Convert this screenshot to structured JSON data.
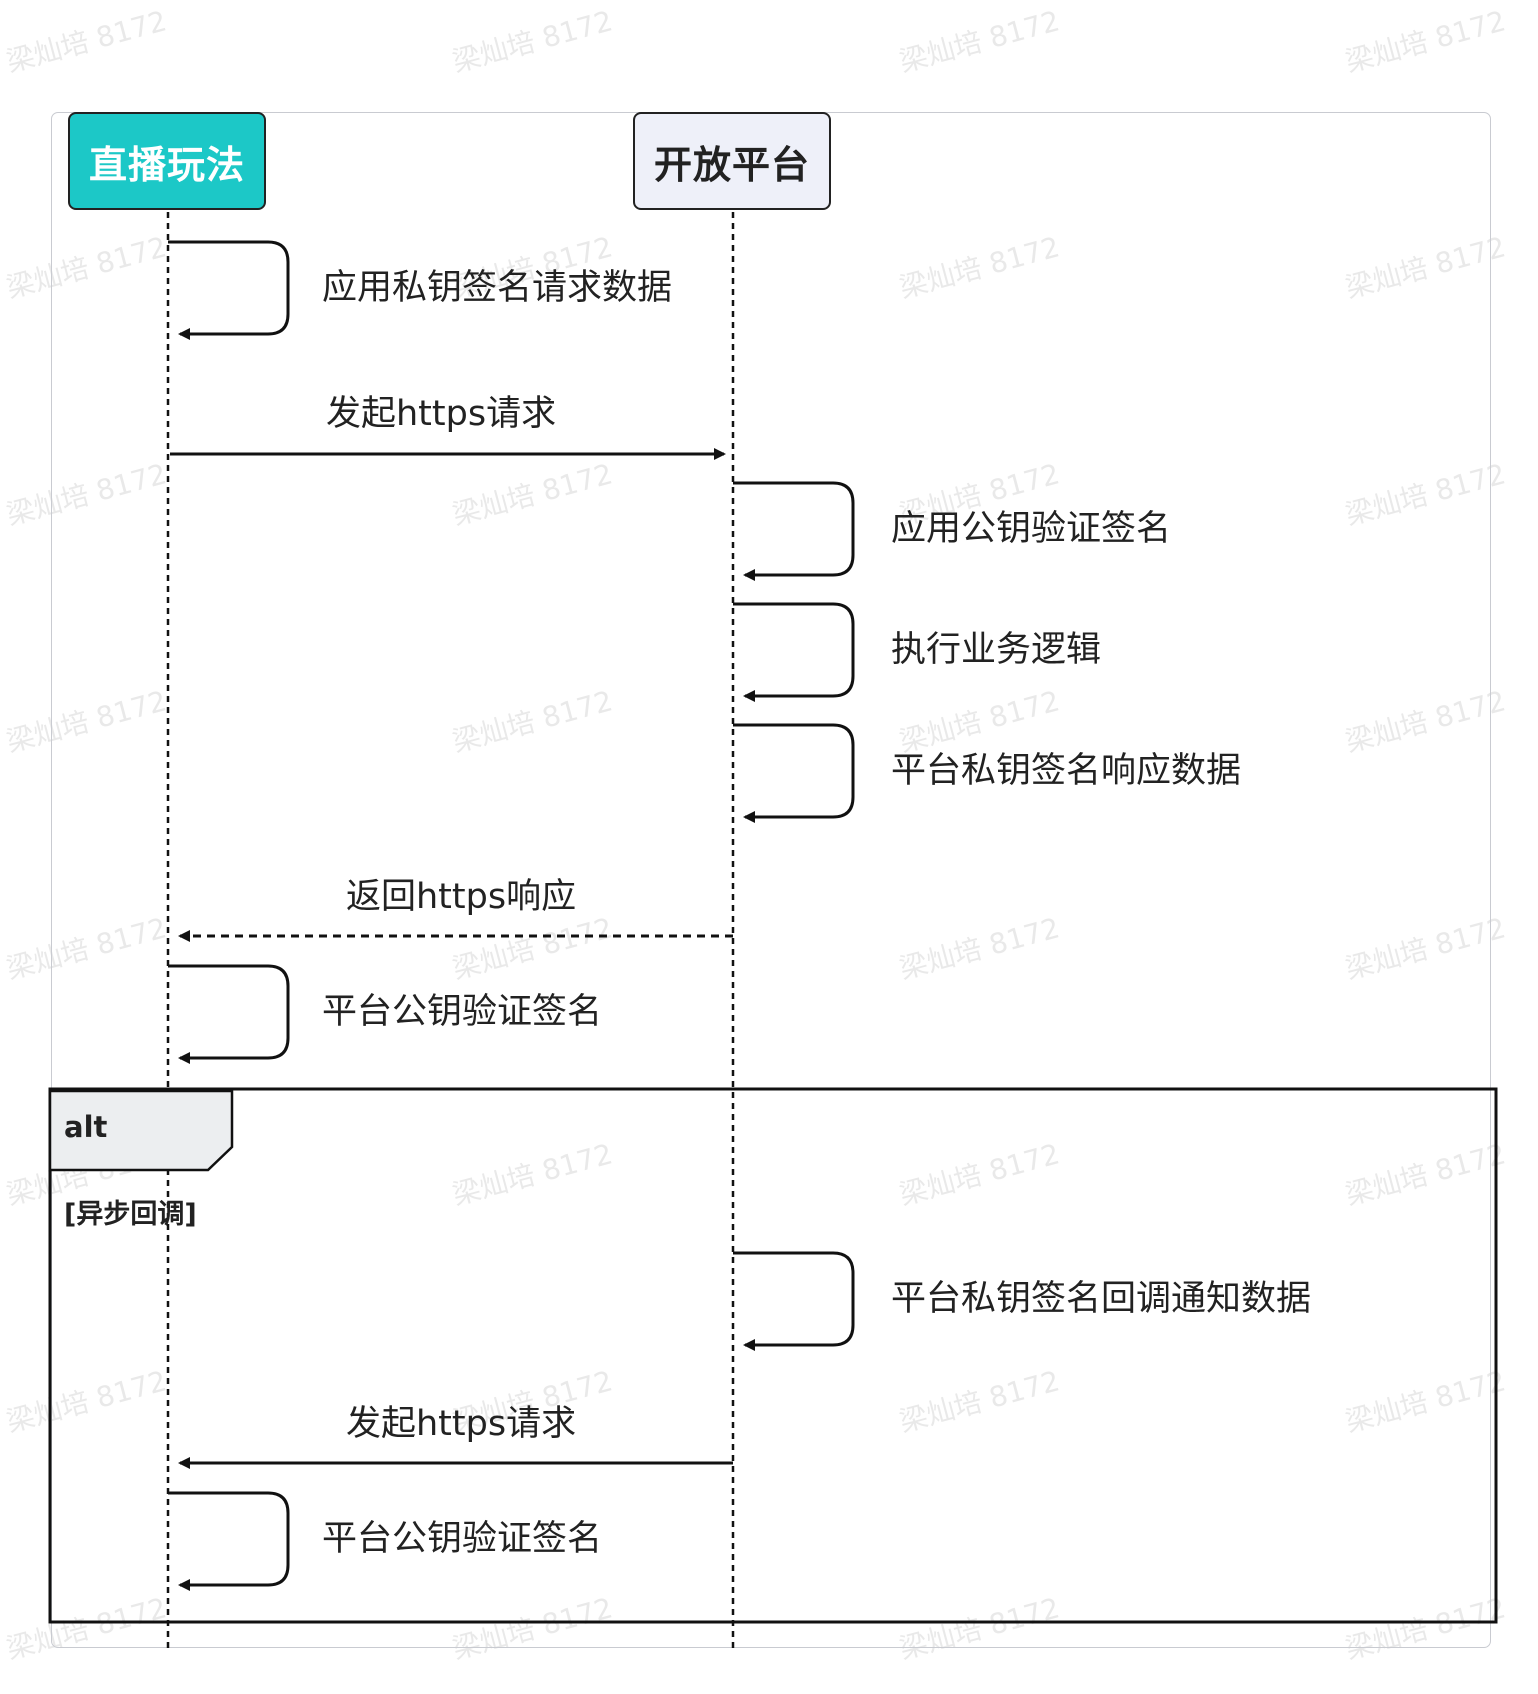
{
  "participants": {
    "left": "直播玩法",
    "right": "开放平台"
  },
  "messages": {
    "m1": "应用私钥签名请求数据",
    "m2": "发起https请求",
    "m3": "应用公钥验证签名",
    "m4": "执行业务逻辑",
    "m5": "平台私钥签名响应数据",
    "m6": "返回https响应",
    "m7": "平台公钥验证签名",
    "m8": "平台私钥签名回调通知数据",
    "m9": "发起https请求",
    "m10": "平台公钥验证签名"
  },
  "alt": {
    "label": "alt",
    "condition": "[异步回调]"
  },
  "watermark": "梁灿培 8172",
  "colors": {
    "left_participant": "#1cc8c7",
    "right_participant": "#eef0f9",
    "line": "#111111"
  }
}
